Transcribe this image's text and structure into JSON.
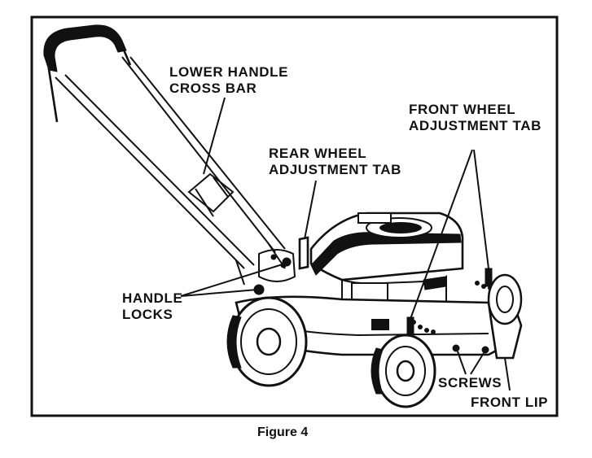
{
  "figure": {
    "caption": "Figure 4",
    "labels": {
      "lower_handle_cross_bar": [
        "LOWER HANDLE",
        "CROSS BAR"
      ],
      "rear_wheel_adjustment_tab": [
        "REAR WHEEL",
        "ADJUSTMENT TAB"
      ],
      "front_wheel_adjustment_tab": [
        "FRONT WHEEL",
        "ADJUSTMENT TAB"
      ],
      "handle_locks": [
        "HANDLE",
        "LOCKS"
      ],
      "screws": "SCREWS",
      "front_lip": "FRONT LIP"
    },
    "colors": {
      "ink": "#111111",
      "paper": "#ffffff"
    }
  }
}
